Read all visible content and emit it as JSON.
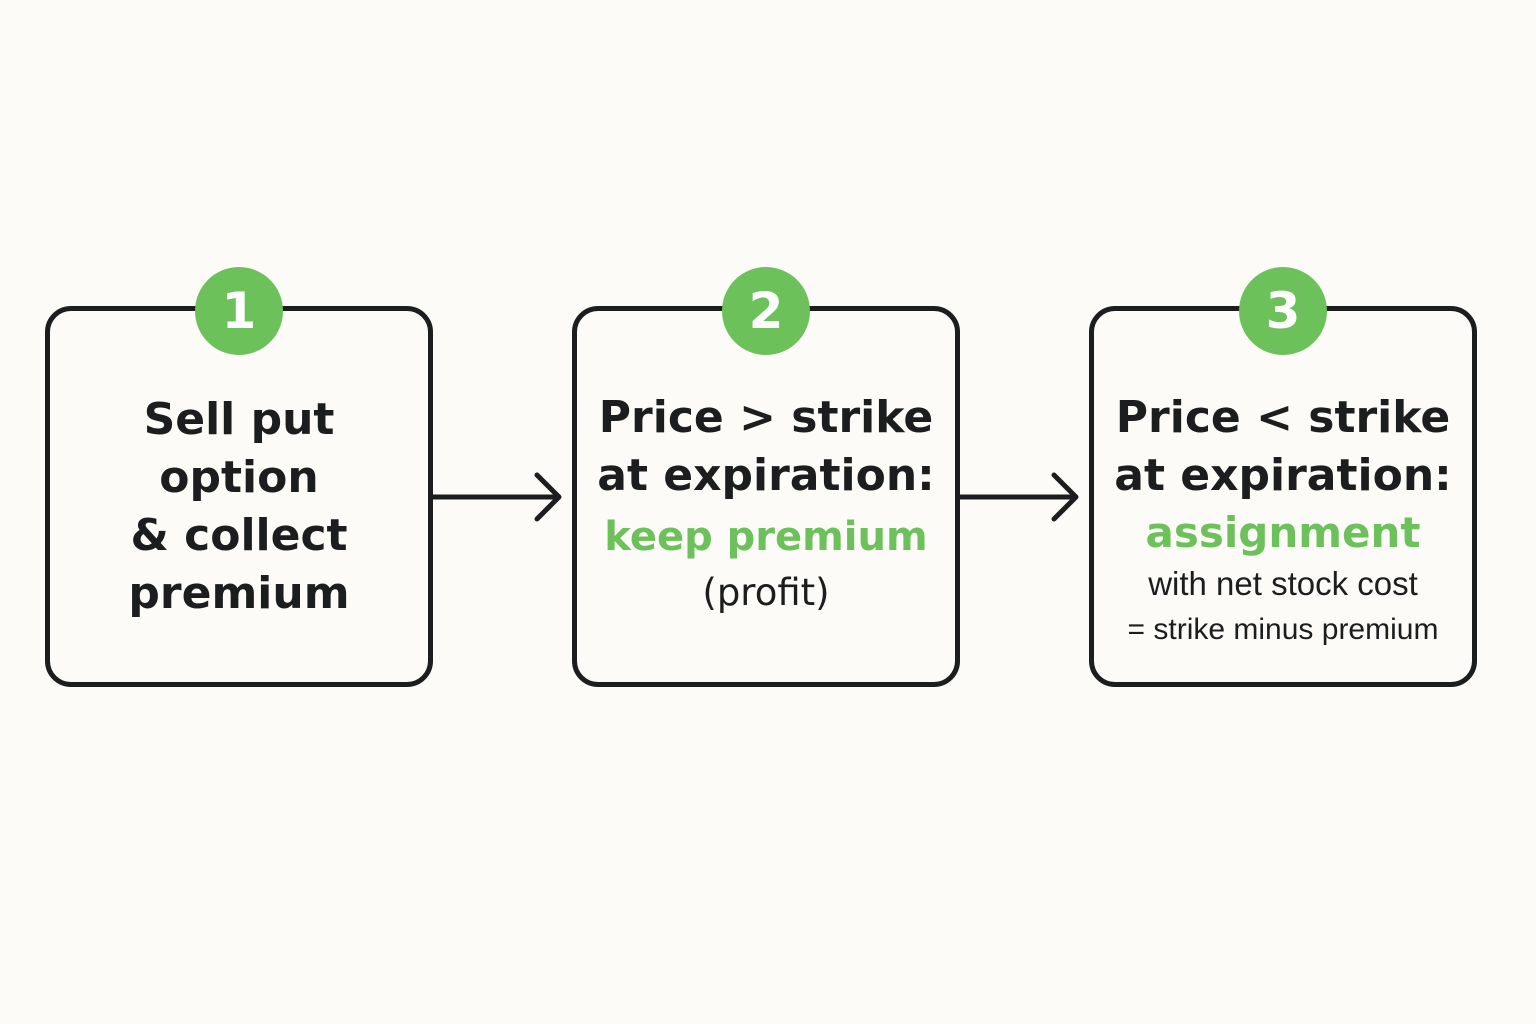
{
  "steps": [
    {
      "number": "1",
      "title": "Sell put\noption\n& collect\npremium"
    },
    {
      "number": "2",
      "title": "Price > strike\nat expiration:",
      "highlight": "keep premium",
      "note": "(profit)"
    },
    {
      "number": "3",
      "title": "Price < strike\nat expiration:",
      "highlight": "assignment",
      "note_line1": "with net stock cost",
      "note_line2": "= strike minus premium"
    }
  ],
  "colors": {
    "accent": "#6cc15a",
    "ink": "#1b1d1f",
    "background": "#fcfbf7"
  }
}
